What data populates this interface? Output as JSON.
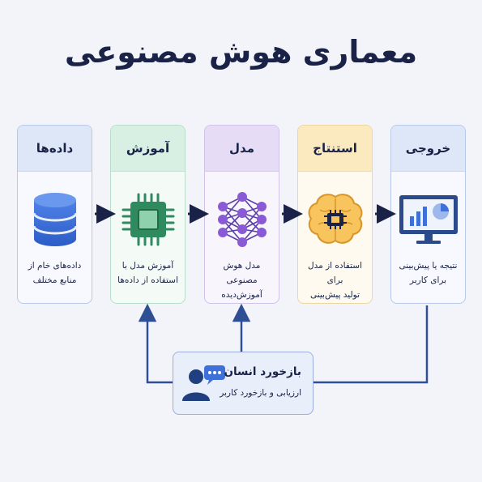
{
  "title": "معماری هوش مصنوعی",
  "stages": [
    {
      "title": "داده‌ها",
      "description_lines": [
        "داده‌های خام از",
        "منابع مختلف"
      ],
      "icon": "database-icon"
    },
    {
      "title": "آموزش",
      "description_lines": [
        "آموزش مدل با",
        "استفاده از داده‌ها"
      ],
      "icon": "processor-chip-icon"
    },
    {
      "title": "مدل",
      "description_lines": [
        "مدل هوش مصنوعی",
        "آموزش‌دیده"
      ],
      "icon": "neural-network-icon"
    },
    {
      "title": "استنتاج",
      "description_lines": [
        "استفاده از مدل برای",
        "تولید پیش‌بینی"
      ],
      "icon": "brain-chip-icon"
    },
    {
      "title": "خروجی",
      "description_lines": [
        "نتیجه یا پیش‌بینی",
        "برای کاربر"
      ],
      "icon": "monitor-chart-icon"
    }
  ],
  "feedback": {
    "title": "بازخورد انسان",
    "subtitle": "ارزیابی و بازخورد کاربر",
    "icon": "user-chat-icon"
  },
  "colors": {
    "title": "#1a2347",
    "arrow": "#1a2347",
    "feedback_line": "#2f4f95",
    "data_blue": "#3f6fd8",
    "training_green": "#2f8a5f",
    "model_purple": "#8a5ad6",
    "inference_orange": "#f0b24a",
    "output_navy": "#2a4a8c"
  }
}
